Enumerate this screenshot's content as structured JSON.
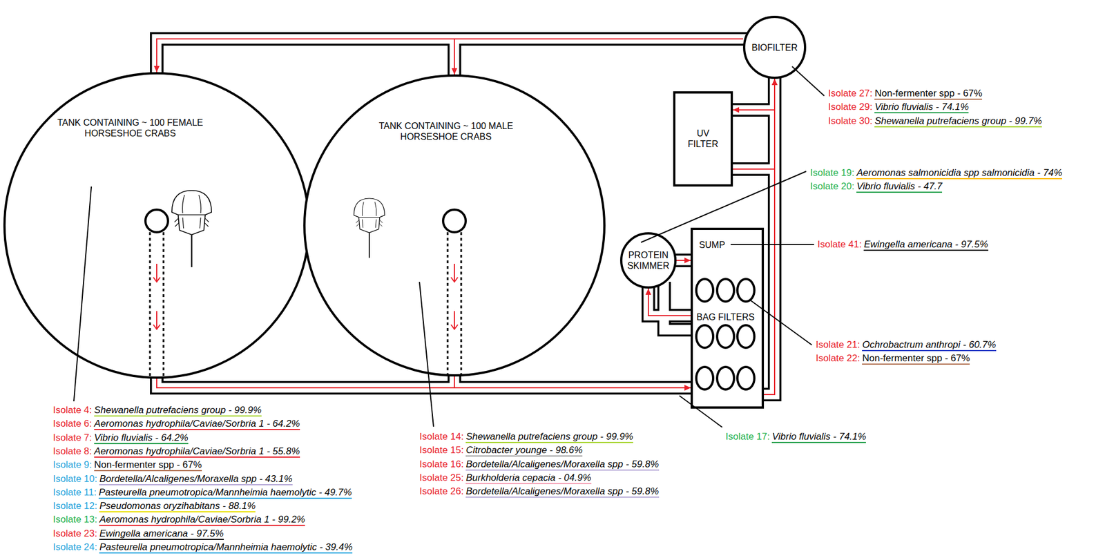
{
  "diagram": {
    "nodes": [
      {
        "text": [
          "TANK CONTAINING ~ 100 FEMALE HORSESHOE CRABS"
        ]
      },
      {
        "text": [
          "TANK CONTAINING ~ 100 MALE HORSESHOE CRABS"
        ]
      },
      {
        "text": [
          "BIOFILTER"
        ]
      },
      {
        "text": [
          "UV FILTER"
        ]
      },
      {
        "text": [
          "PROTEIN SKIMMER"
        ]
      },
      {
        "text": [
          "SUMP",
          "BAG FILTERS"
        ]
      }
    ],
    "edges": [
      {
        "from": 0,
        "to": 5,
        "arrow": "to"
      },
      {
        "from": 1,
        "to": 5,
        "arrow": "to"
      },
      {
        "from": 5,
        "to": 4,
        "arrow": "to"
      },
      {
        "from": 4,
        "to": 5,
        "arrow": "to"
      },
      {
        "from": 5,
        "to": 2,
        "arrow": "to"
      },
      {
        "from": 2,
        "to": 3,
        "arrow": "to"
      },
      {
        "from": 3,
        "to": 2,
        "arrow": "to"
      },
      {
        "from": 2,
        "to": 1,
        "arrow": "to"
      },
      {
        "from": 2,
        "to": 0,
        "arrow": "to"
      }
    ],
    "labels": [
      "Isolate 27:",
      "Non-fermenter spp - 67%",
      "Isolate 29:",
      "Vibrio fluvialis - 74.1%",
      "Isolate 30:",
      "Shewanella putrefaciens group - 99.7%",
      "Isolate 19:",
      "Aeromonas salmonicidia spp salmonicidia - 74%",
      "Isolate 20:",
      "Vibrio fluvialis - 47.7",
      "Isolate 41:",
      "Ewingella americana - 97.5%",
      "Isolate 21:",
      "Ochrobactrum anthropi - 60.7%",
      "Isolate 22:",
      "Non-fermenter spp - 67%",
      "Isolate 4:",
      "Shewanella putrefaciens group - 99.9%",
      "Isolate 6:",
      "Aeromonas hydrophila/Caviae/Sorbria 1 - 64.2%",
      "Isolate 7:",
      "Vibrio fluvialis - 64.2%",
      "Isolate 8:",
      "Aeromonas hydrophila/Caviae/Sorbria 1 - 55.8%",
      "Isolate 9:",
      "Non-fermenter spp - 67%",
      "Isolate 10:",
      "Bordetella/Alcaligenes/Moraxella spp - 43.1%",
      "Isolate 11:",
      "Pasteurella pneumotropica/Mannheimia haemolytic - 49.7%",
      "Isolate 12:",
      "Pseudomonas oryzihabitans - 88.1%",
      "Isolate 13:",
      "Aeromonas hydrophila/Caviae/Sorbria 1 - 99.2%",
      "Isolate 23:",
      "Ewingella americana - 97.5%",
      "Isolate 24:",
      "Pasteurella pneumotropica/Mannheimia haemolytic - 39.4%",
      "Isolate 14:",
      "Shewanella putrefaciens group - 99.9%",
      "Isolate 15:",
      "Citrobacter younge - 98.6%",
      "Isolate 16:",
      "Bordetella/Alcaligenes/Moraxella spp - 59.8%",
      "Isolate 25:",
      "Burkholderia cepacia - 04.9%",
      "Isolate 26:",
      "Bordetella/Alcaligenes/Moraxella spp - 59.8%",
      "Isolate 17:",
      "Vibrio fluvialis - 74.1%"
    ]
  }
}
